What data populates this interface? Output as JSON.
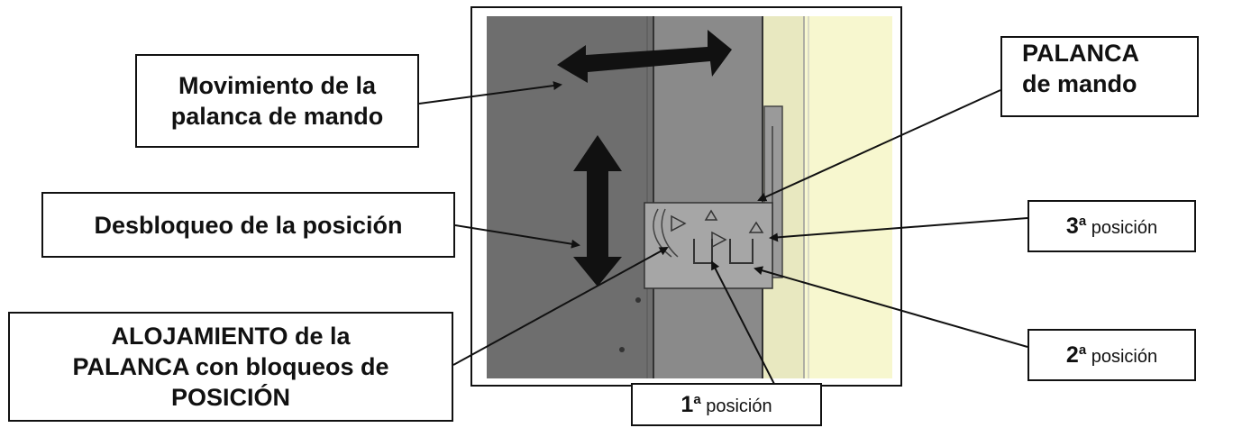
{
  "labels": {
    "movement": {
      "line1": "Movimiento de la",
      "line2": "palanca de mando"
    },
    "unlock": {
      "text": "Desbloqueo de la posición"
    },
    "housing": {
      "line1": "ALOJAMIENTO de la",
      "line2": "PALANCA con bloqueos de",
      "line3": "POSICIÓN"
    },
    "lever": {
      "line1": "PALANCA",
      "line2": "de mando"
    },
    "pos1": {
      "num": "1",
      "sup": "a",
      "text": " posición"
    },
    "pos2": {
      "num": "2",
      "sup": "a",
      "text": " posición"
    },
    "pos3": {
      "num": "3",
      "sup": "a",
      "text": " posición"
    }
  },
  "colors": {
    "panel_dark": "#6e6e6e",
    "panel_mid": "#8a8a8a",
    "panel_light": "#f7f7cf",
    "outline": "#111111"
  }
}
